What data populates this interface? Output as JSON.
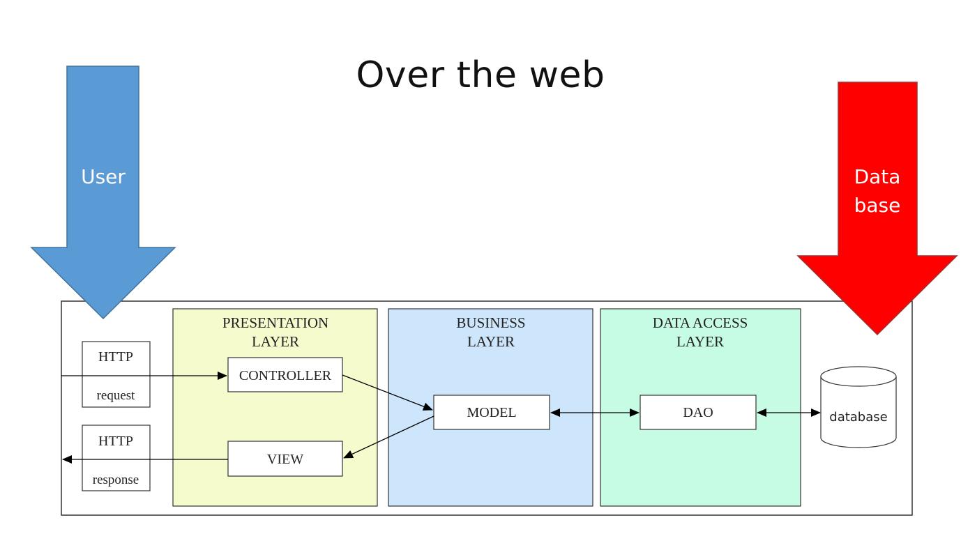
{
  "title": "Over the web",
  "arrows": {
    "user": {
      "label": "User",
      "color": "#5b9bd5"
    },
    "database": {
      "line1": "Data",
      "line2": "base",
      "color": "#ff0000"
    }
  },
  "http": {
    "request": {
      "line1": "HTTP",
      "line2": "request"
    },
    "response": {
      "line1": "HTTP",
      "line2": "response"
    }
  },
  "layers": {
    "presentation": {
      "line1": "PRESENTATION",
      "line2": "LAYER",
      "color": "#f5fbcc"
    },
    "business": {
      "line1": "BUSINESS",
      "line2": "LAYER",
      "color": "#cde6fb"
    },
    "data_access": {
      "line1": "DATA ACCESS",
      "line2": "LAYER",
      "color": "#c6fbe4"
    }
  },
  "components": {
    "controller": "CONTROLLER",
    "view": "VIEW",
    "model": "MODEL",
    "dao": "DAO",
    "database": "database"
  }
}
